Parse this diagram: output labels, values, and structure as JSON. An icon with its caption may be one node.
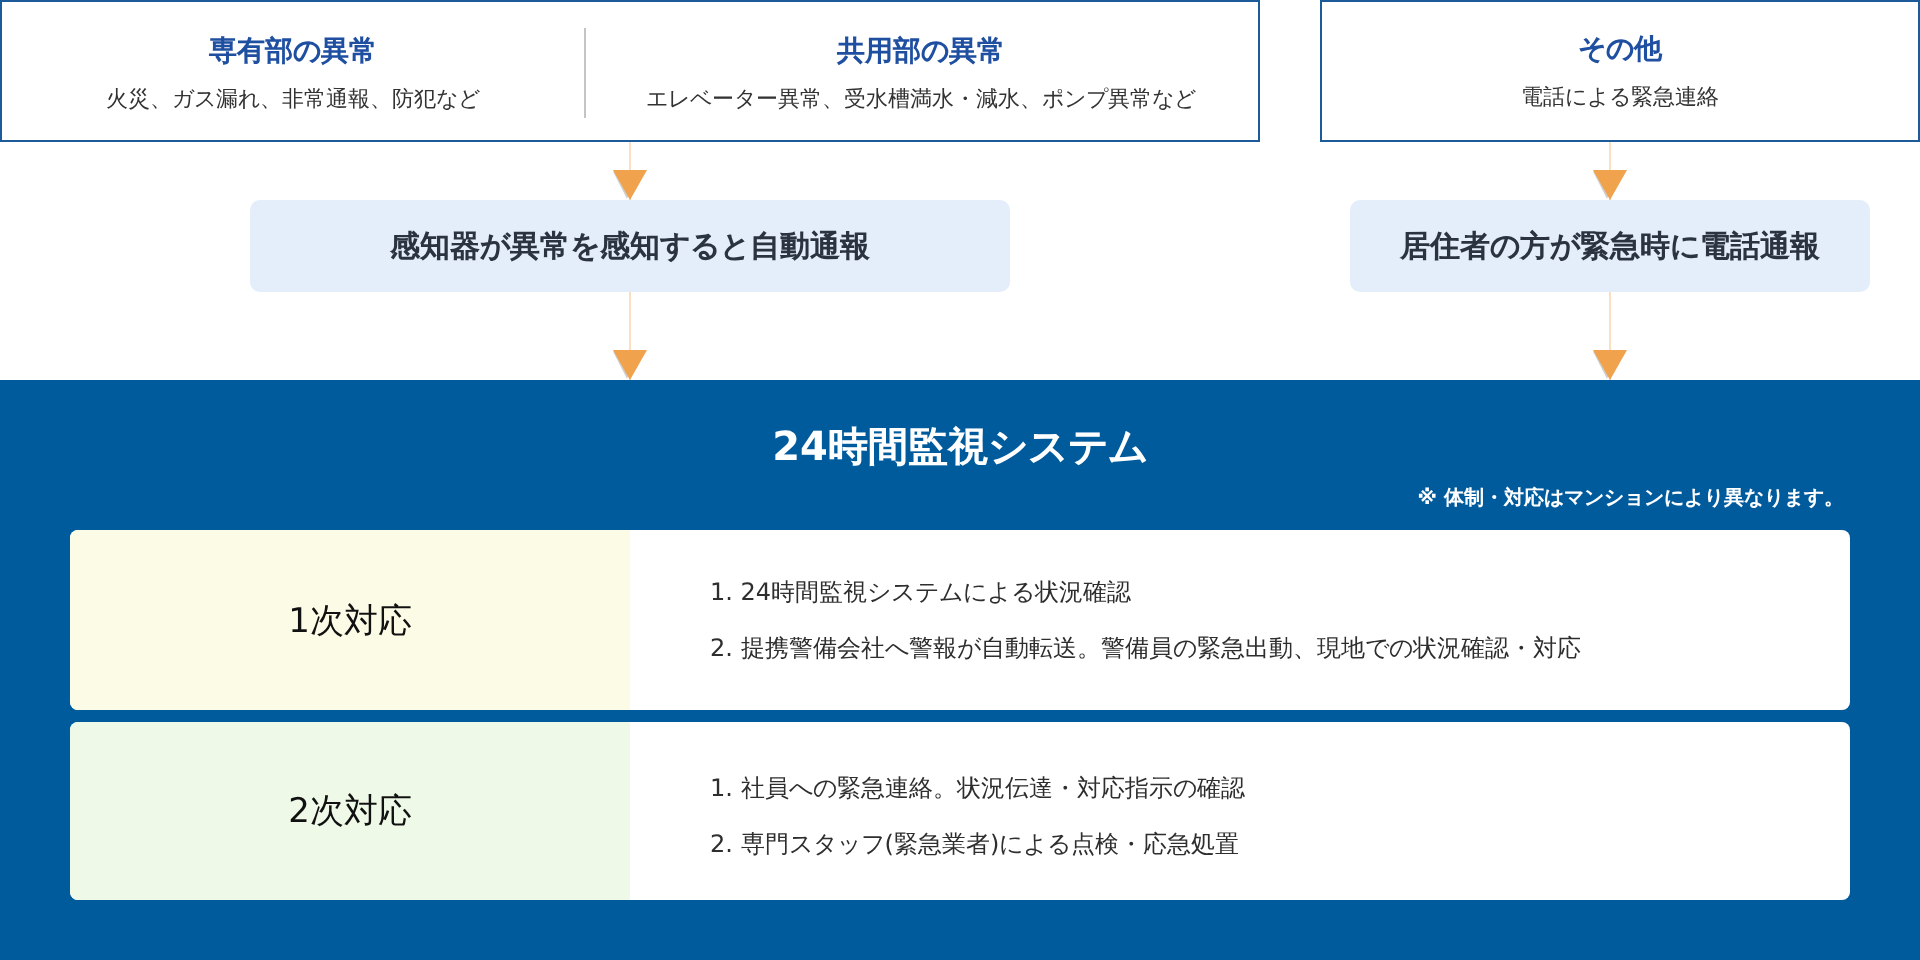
{
  "diagram": {
    "nodes": [
      {
        "text": [],
        "shape": "box"
      },
      {
        "text": [
          "専有部の異常",
          "火災、ガス漏れ、非常通報、防犯など"
        ],
        "in": 0
      },
      {
        "text": [
          "共用部の異常",
          "エレベーター異常、受水槽満水・減水、ポンプ異常など"
        ],
        "in": 0
      },
      {
        "text": [
          "その他",
          "電話による緊急連絡"
        ]
      },
      {
        "text": [
          "感知器が異常を感知すると自動通報"
        ]
      },
      {
        "text": [
          "居住者の方が緊急時に電話通報"
        ]
      },
      {
        "text": [
          "24時間監視システム",
          "※ 体制・対応はマンションにより異なります。"
        ]
      },
      {
        "text": [
          "1次対応",
          "1. 24時間監視システムによる状況確認",
          "2. 提携警備会社へ警報が自動転送。警備員の緊急出動、現地での状況確認・対応"
        ],
        "in": 6
      },
      {
        "text": [
          "2次対応",
          "1. 社員への緊急連絡。状況伝達・対応指示の確認",
          "2. 専門スタッフ(緊急業者)による点検・応急処置"
        ],
        "in": 6
      }
    ],
    "edges": [
      {
        "from": 0,
        "to": 4,
        "arrow": "to"
      },
      {
        "from": 3,
        "to": 5,
        "arrow": "to"
      },
      {
        "from": 4,
        "to": 6,
        "arrow": "to"
      },
      {
        "from": 5,
        "to": 6,
        "arrow": "to"
      }
    ]
  }
}
